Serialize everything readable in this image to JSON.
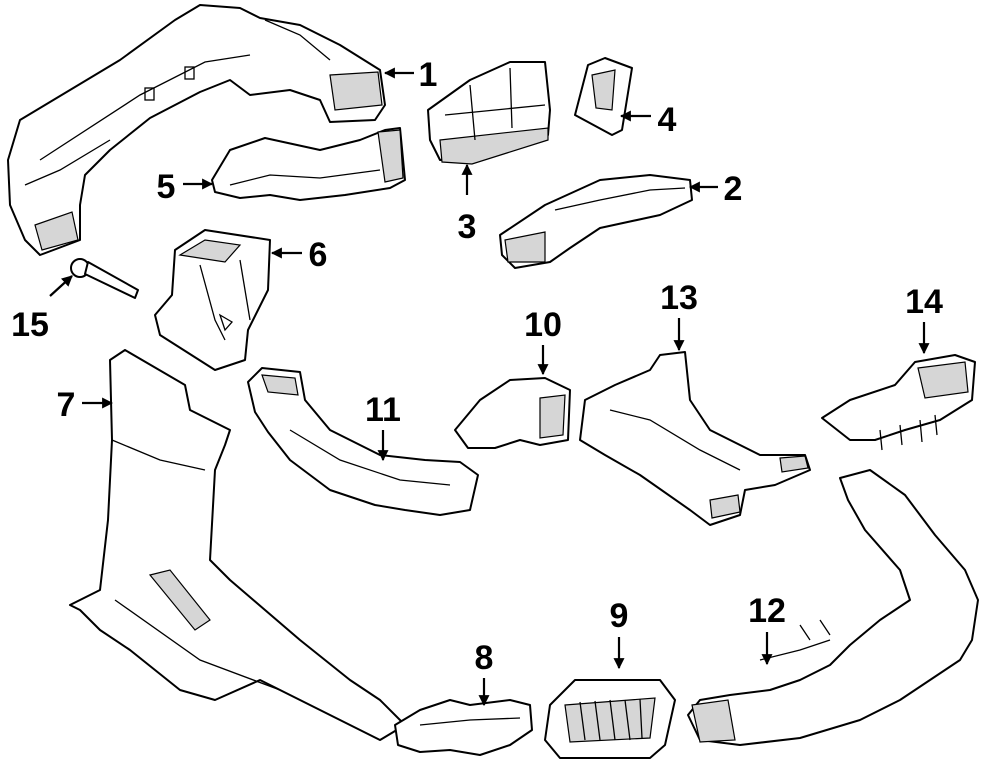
{
  "callouts": [
    {
      "id": "1",
      "label": "1"
    },
    {
      "id": "2",
      "label": "2"
    },
    {
      "id": "3",
      "label": "3"
    },
    {
      "id": "4",
      "label": "4"
    },
    {
      "id": "5",
      "label": "5"
    },
    {
      "id": "6",
      "label": "6"
    },
    {
      "id": "7",
      "label": "7"
    },
    {
      "id": "8",
      "label": "8"
    },
    {
      "id": "9",
      "label": "9"
    },
    {
      "id": "10",
      "label": "10"
    },
    {
      "id": "11",
      "label": "11"
    },
    {
      "id": "12",
      "label": "12"
    },
    {
      "id": "13",
      "label": "13"
    },
    {
      "id": "14",
      "label": "14"
    },
    {
      "id": "15",
      "label": "15"
    }
  ],
  "colors": {
    "line": "#000000",
    "background": "#ffffff",
    "shade": "#d6d6d6"
  }
}
